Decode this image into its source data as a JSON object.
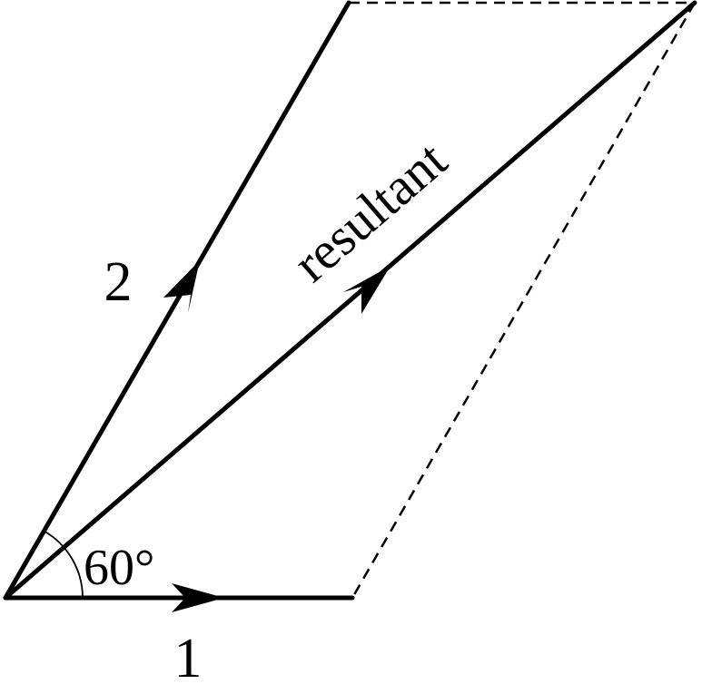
{
  "diagram": {
    "labels": {
      "vector_1": "1",
      "vector_2": "2",
      "resultant": "resultant",
      "angle": "60°"
    },
    "stroke_color": "#000000",
    "background_color": "#ffffff"
  }
}
